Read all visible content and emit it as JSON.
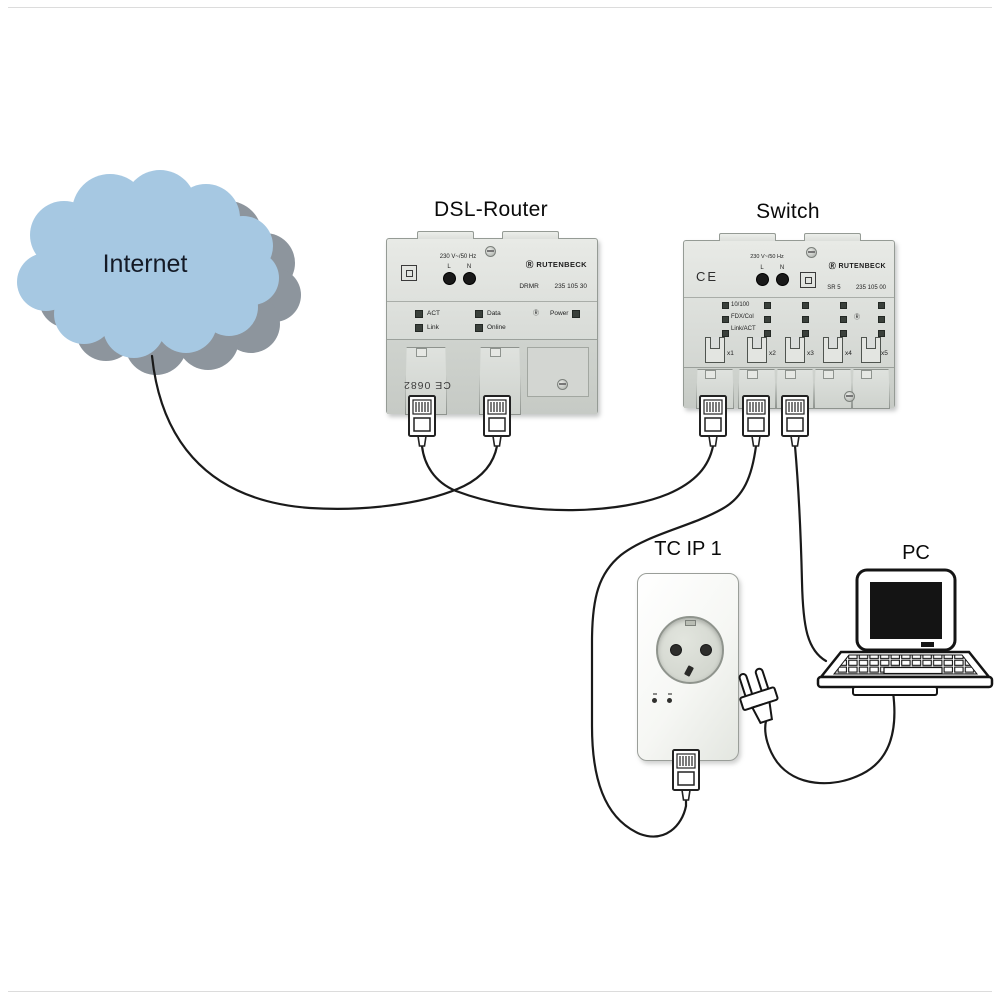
{
  "diagram": {
    "internet": {
      "label": "Internet"
    },
    "dsl_router": {
      "title": "DSL-Router",
      "voltage": "230 V~/50 Hz",
      "terminal_l": "L",
      "terminal_n": "N",
      "brand_mark": "Ⓡ",
      "brand": "RUTENBECK",
      "model": "DRMR",
      "part_number": "235 105 30",
      "leds": [
        "ACT",
        "Link",
        "Data",
        "Online"
      ],
      "r_mark": "Ⓡ",
      "power_label": "Power",
      "ce_text": "CE 0682"
    },
    "switch": {
      "title": "Switch",
      "ce_mark": "CE",
      "voltage": "230 V~/50 Hz",
      "terminal_l": "L",
      "terminal_n": "N",
      "brand_mark": "Ⓡ",
      "brand": "RUTENBECK",
      "model": "SR 5",
      "part_number": "235 105 00",
      "led_rows": [
        "10/100",
        "FDX/Col",
        "Link/ACT"
      ],
      "r_mark": "Ⓡ",
      "ports": [
        "x1",
        "x2",
        "x3",
        "x4",
        "x5"
      ]
    },
    "tc_ip": {
      "title": "TC IP 1"
    },
    "pc": {
      "title": "PC"
    },
    "colors": {
      "cloud_fill": "#a6c8e2",
      "cloud_shadow": "#8d959d",
      "device_body": "#dadcd8",
      "cable": "#1a1a1a"
    }
  }
}
